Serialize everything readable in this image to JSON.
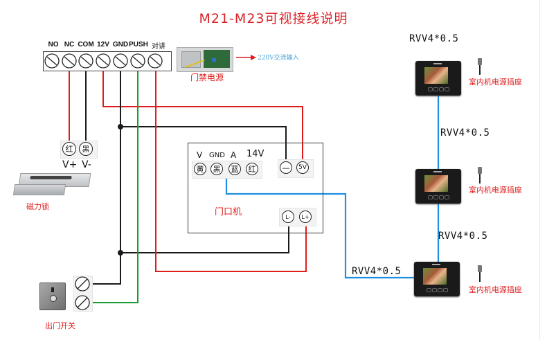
{
  "title": "M21-M23可视接线说明",
  "terminal_block": {
    "labels": [
      "NO",
      "NC",
      "COM",
      "12V",
      "GND",
      "PUSH",
      "对讲"
    ]
  },
  "power_supply": {
    "label": "门禁电源",
    "input_label": "220V交流输入"
  },
  "magnetic_lock": {
    "terminals": [
      "红",
      "黑"
    ],
    "polarity": [
      "V+",
      "V-"
    ],
    "label": "磁力锁"
  },
  "door_unit": {
    "top_labels": [
      "V",
      "GND",
      "A",
      "14V"
    ],
    "terminals": [
      "黄",
      "黑",
      "蓝",
      "红"
    ],
    "power_terminals": [
      "—",
      "5V"
    ],
    "lock_terminals": [
      "L-",
      "L+"
    ],
    "label": "门口机"
  },
  "exit_button": {
    "label": "出门开关"
  },
  "indoor_monitors": [
    {
      "power_label": "室内机电源插座"
    },
    {
      "power_label": "室内机电源插座"
    },
    {
      "power_label": "室内机电源插座"
    }
  ],
  "cables": {
    "top": "RVV4*0.5",
    "between_1_2": "RVV4*0.5",
    "between_2_3": "RVV4*0.5",
    "door_to_monitor": "RVV4*0.5"
  },
  "colors": {
    "title": "#d8232a",
    "red_wire": "#e01b1b",
    "black_wire": "#1a1a1a",
    "green_wire": "#1a9a32",
    "blue_wire": "#1e8fe0",
    "label_red": "#e02020"
  }
}
